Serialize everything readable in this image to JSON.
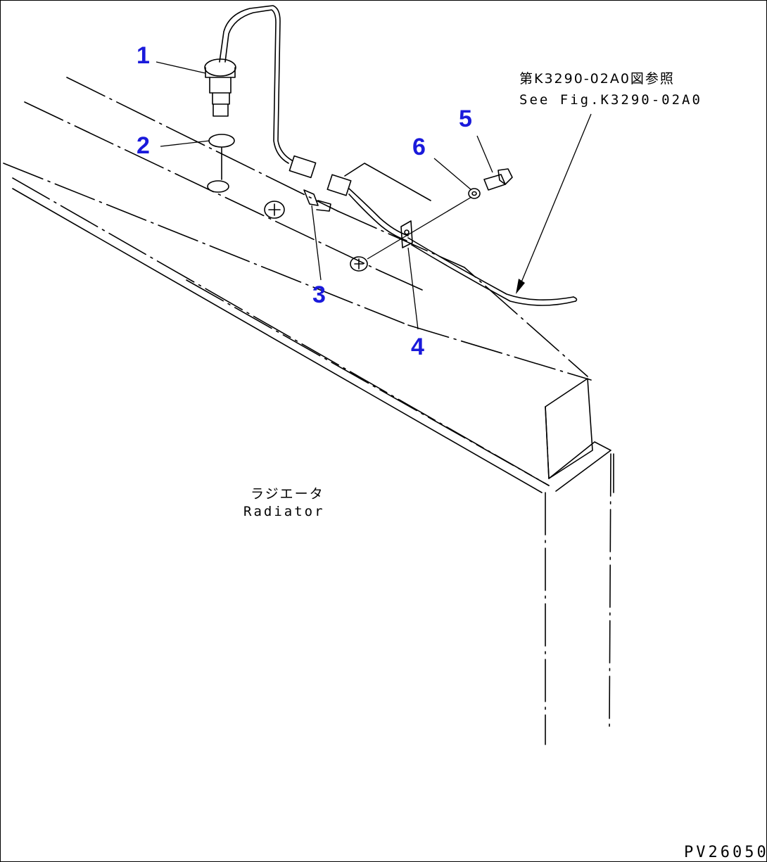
{
  "drawing": {
    "callouts": [
      "1",
      "2",
      "3",
      "4",
      "5",
      "6"
    ],
    "reference_note_jp": "第K3290-02A0図参照",
    "reference_note_en": "See Fig.K3290-02A0",
    "component_label_jp": "ラジエータ",
    "component_label_en": "Radiator",
    "drawing_code": "PV26050"
  },
  "colors": {
    "callout_text": "#1a1adb",
    "line_art": "#000000",
    "background": "#ffffff"
  }
}
